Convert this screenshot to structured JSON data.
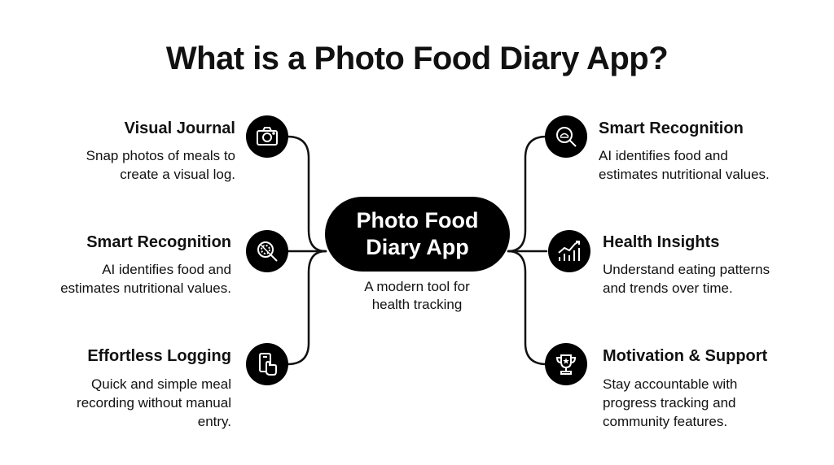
{
  "title": "What is a Photo Food Diary App?",
  "center": {
    "label": "Photo Food\nDiary App",
    "subtitle": "A modern tool for\nhealth tracking"
  },
  "left_nodes": [
    {
      "icon": "camera-icon",
      "title": "Visual Journal",
      "description": "Snap photos of meals to\ncreate a visual log."
    },
    {
      "icon": "food-scan-icon",
      "title": "Smart Recognition",
      "description": "AI identifies food and\nestimates nutritional values."
    },
    {
      "icon": "phone-tap-icon",
      "title": "Effortless Logging",
      "description": "Quick and simple meal\nrecording without manual\nentry."
    }
  ],
  "right_nodes": [
    {
      "icon": "food-magnifier-icon",
      "title": "Smart Recognition",
      "description": "AI identifies food and\nestimates nutritional values."
    },
    {
      "icon": "chart-icon",
      "title": "Health Insights",
      "description": "Understand eating patterns\nand trends over time."
    },
    {
      "icon": "trophy-icon",
      "title": "Motivation & Support",
      "description": "Stay accountable with\nprogress tracking and\ncommunity features."
    }
  ]
}
